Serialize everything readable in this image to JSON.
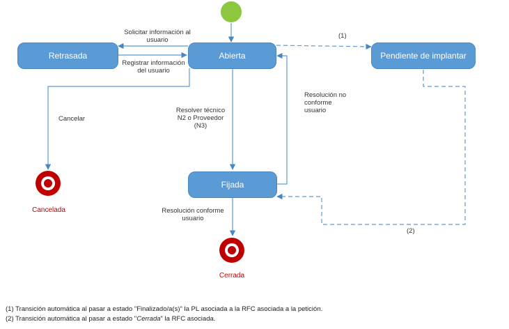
{
  "states": {
    "retrasada": "Retrasada",
    "abierta": "Abierta",
    "pendiente": "Pendiente de implantar",
    "fijada": "Fijada"
  },
  "final_states": {
    "cancelada": "Cancelada",
    "cerrada": "Cerrada"
  },
  "transitions": {
    "solicitar": "Solicitar información al usuario",
    "registrar": "Registrar información del usuario",
    "cancelar": "Cancelar",
    "resolver": "Resolver técnico N2 o Proveedor (N3)",
    "no_conforme": "Resolución no conforme usuario",
    "conforme": "Resolución conforme usuario",
    "auto1": "(1)",
    "auto2": "(2)"
  },
  "footnotes": {
    "note1": "(1) Transición automática al pasar a estado \"Finalizado/a(s)\" la PL asociada a la RFC asociada a la petición.",
    "note2_prefix": "(2) Transición automática al pasar a estado \"",
    "note2_italic": "Cerrada",
    "note2_suffix": "\" la RFC asociada."
  },
  "colors": {
    "state_fill": "#5b9bd5",
    "initial_node": "#8dc63f",
    "final_node": "#c00000",
    "arrow": "#5b9bd5"
  }
}
